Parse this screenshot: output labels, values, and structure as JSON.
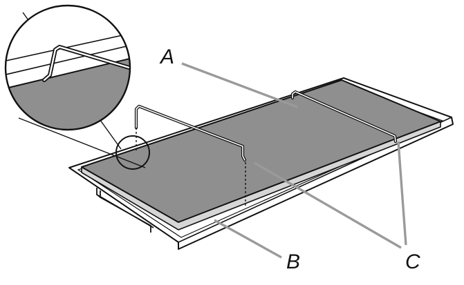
{
  "labels": {
    "a": "A",
    "b": "B",
    "c": "C"
  },
  "colors": {
    "outline": "#111111",
    "panel_fill": "#8f8f8f",
    "tray_fill": "#ffffff",
    "leader_line": "#9a9a9a",
    "background": "#ffffff"
  }
}
